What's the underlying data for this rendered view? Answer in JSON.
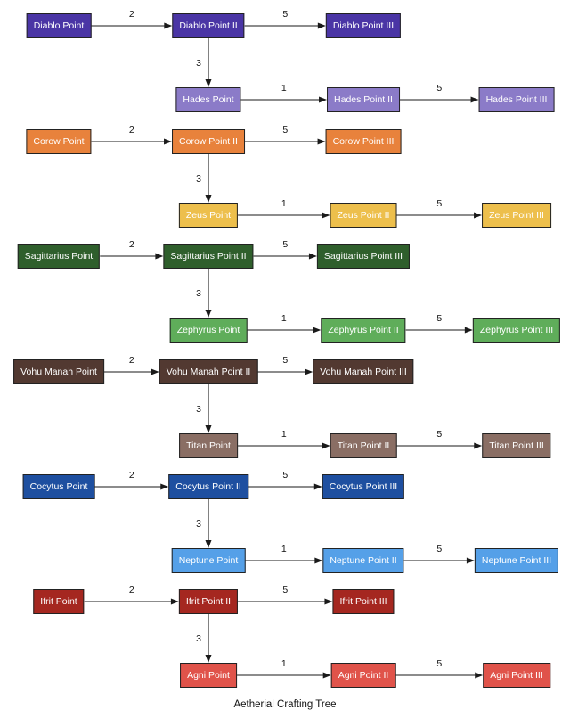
{
  "title": "Aetherial Crafting Tree",
  "style": {
    "edge_color": "#1a1a1a",
    "node_border_color": "#222222",
    "node_text_color": "#ffffff"
  },
  "sections": [
    {
      "top_color": "#4A35A5",
      "child_color": "#8B7BC8",
      "top_nodes": [
        "Diablo Point",
        "Diablo Point II",
        "Diablo Point III"
      ],
      "child_nodes": [
        "Hades Point",
        "Hades Point II",
        "Hades Point III"
      ],
      "labels": {
        "top_1": "2",
        "top_2": "5",
        "down": "3",
        "child_1": "1",
        "child_2": "5"
      }
    },
    {
      "top_color": "#E8823C",
      "child_color": "#EDBF4C",
      "top_nodes": [
        "Corow Point",
        "Corow Point II",
        "Corow Point III"
      ],
      "child_nodes": [
        "Zeus Point",
        "Zeus Point II",
        "Zeus Point III"
      ],
      "labels": {
        "top_1": "2",
        "top_2": "5",
        "down": "3",
        "child_1": "1",
        "child_2": "5"
      }
    },
    {
      "top_color": "#2F5F2C",
      "child_color": "#5FAD5A",
      "top_nodes": [
        "Sagittarius Point",
        "Sagittarius Point II",
        "Sagittarius Point III"
      ],
      "child_nodes": [
        "Zephyrus Point",
        "Zephyrus Point II",
        "Zephyrus Point III"
      ],
      "labels": {
        "top_1": "2",
        "top_2": "5",
        "down": "3",
        "child_1": "1",
        "child_2": "5"
      }
    },
    {
      "top_color": "#523931",
      "child_color": "#8A6E64",
      "top_nodes": [
        "Vohu Manah Point",
        "Vohu Manah Point II",
        "Vohu Manah Point III"
      ],
      "child_nodes": [
        "Titan Point",
        "Titan Point II",
        "Titan Point III"
      ],
      "labels": {
        "top_1": "2",
        "top_2": "5",
        "down": "3",
        "child_1": "1",
        "child_2": "5"
      }
    },
    {
      "top_color": "#1E4FA0",
      "child_color": "#55A0E8",
      "top_nodes": [
        "Cocytus Point",
        "Cocytus Point II",
        "Cocytus Point III"
      ],
      "child_nodes": [
        "Neptune Point",
        "Neptune Point II",
        "Neptune Point III"
      ],
      "labels": {
        "top_1": "2",
        "top_2": "5",
        "down": "3",
        "child_1": "1",
        "child_2": "5"
      }
    },
    {
      "top_color": "#A52720",
      "child_color": "#E0534A",
      "top_nodes": [
        "Ifrit Point",
        "Ifrit Point II",
        "Ifrit Point III"
      ],
      "child_nodes": [
        "Agni Point",
        "Agni Point II",
        "Agni Point III"
      ],
      "labels": {
        "top_1": "2",
        "top_2": "5",
        "down": "3",
        "child_1": "1",
        "child_2": "5"
      }
    }
  ]
}
